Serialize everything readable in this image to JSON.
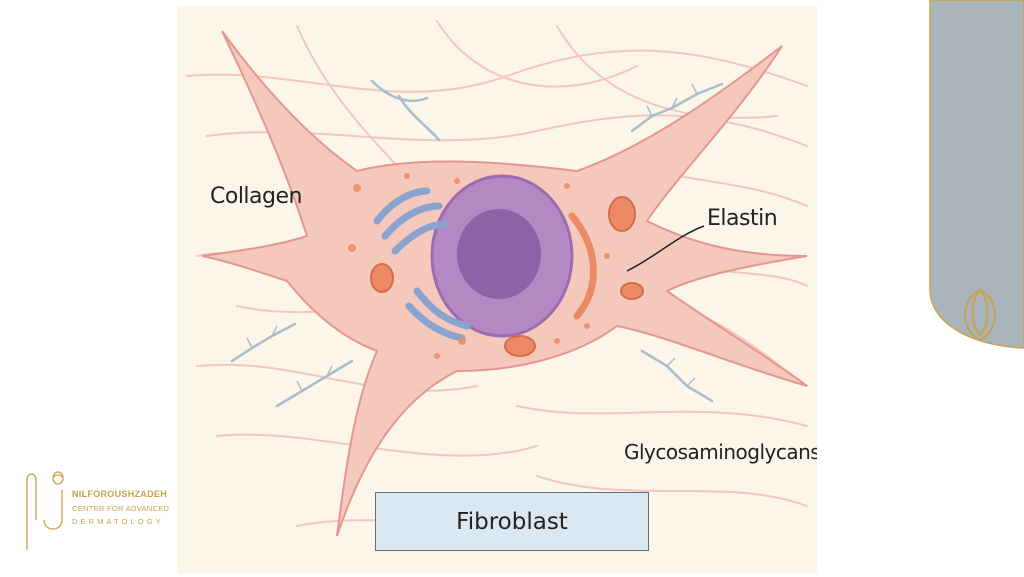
{
  "diagram": {
    "labels": {
      "collagen": "Collagen",
      "elastin": "Elastin",
      "glycosaminoglycans": "Glycosaminoglycans"
    },
    "caption": "Fibroblast"
  },
  "brand": {
    "line1": "NILFOROUSHZADEH",
    "line2": "CENTER FOR ADVANCED",
    "line3": "DERMATOLOGY"
  },
  "colors": {
    "background": "#fbf5ea",
    "cell": "#f5c6ba",
    "cell_outline": "#e3928a",
    "nucleus": "#b488c2",
    "nucleolus": "#8e62a6",
    "golgi": "#8aa3cf",
    "mitochondria": "#ec8a66",
    "caption_box": "#dbe7f1",
    "side_tab": "#a9b4bd",
    "brand_gold": "#c9a24d"
  }
}
